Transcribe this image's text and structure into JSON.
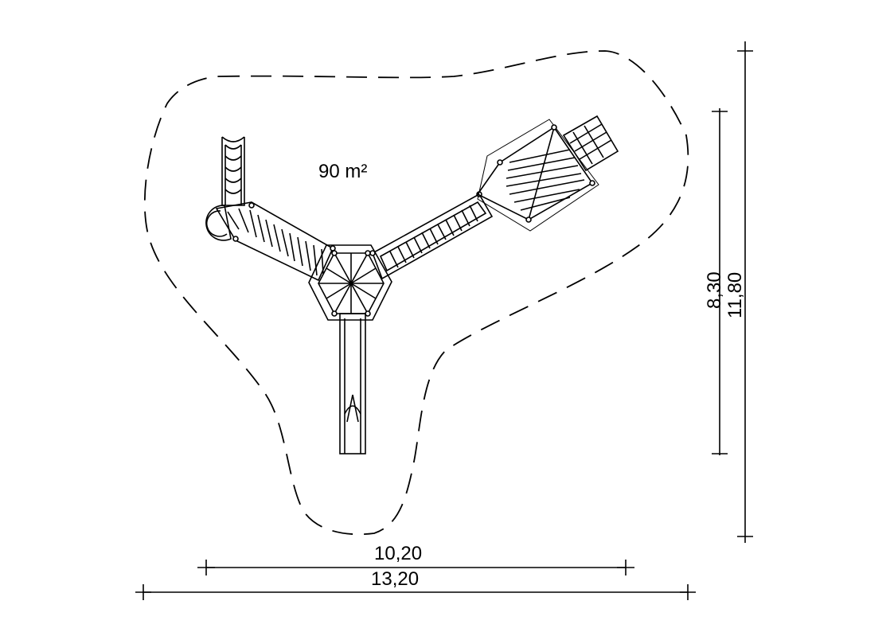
{
  "area_label": "90 m²",
  "dimensions": {
    "inner_width": "10,20",
    "outer_width": "13,20",
    "inner_height": "8,30",
    "outer_height": "11,80"
  },
  "colors": {
    "line": "#000000",
    "background": "#ffffff"
  }
}
